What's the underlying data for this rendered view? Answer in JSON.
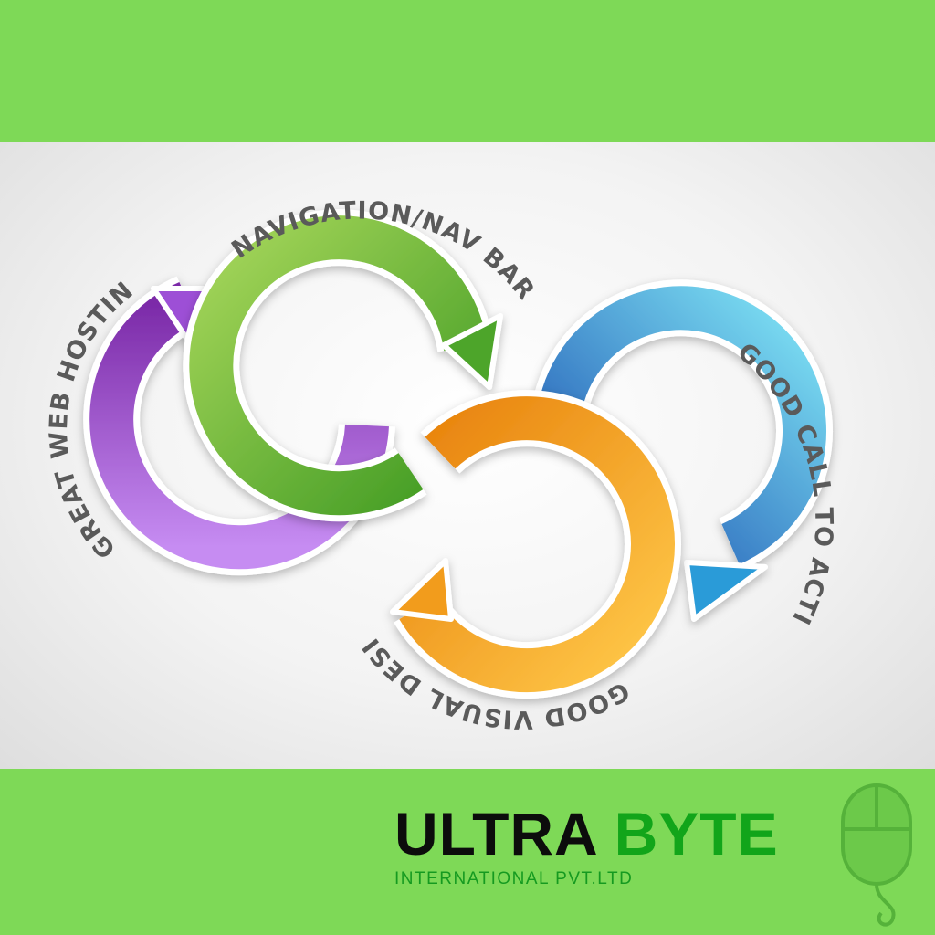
{
  "labels": {
    "hosting": "GREAT WEB HOSTING",
    "navigation": "NAVIGATION/NAV BAR",
    "call_to_action": "GOOD CALL TO ACTION",
    "visual_design": "GOOD VISUAL DESIGN"
  },
  "brand": {
    "name_part1": "ULTRA",
    "name_part2": "BYTE",
    "subtitle": "INTERNATIONAL PVT.LTD"
  },
  "colors": {
    "band": "#7ed957",
    "purple": "#a15ad8",
    "green": "#7fc13a",
    "orange": "#f0a020",
    "blue": "#2f8fe0",
    "brand_dark": "#0c0c0c",
    "brand_green": "#12a51a"
  },
  "icons": [
    "mouse-icon"
  ]
}
